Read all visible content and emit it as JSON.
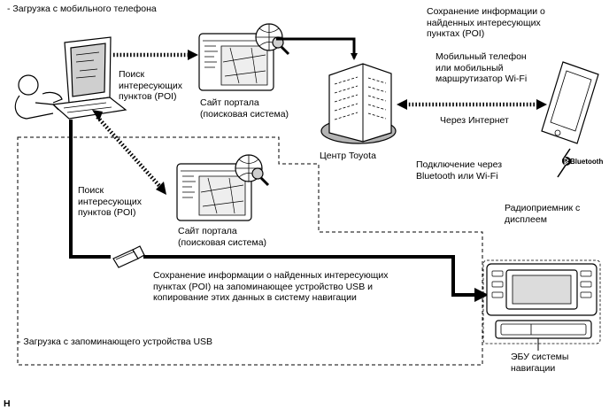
{
  "labels": {
    "mobile_download": "- Загрузка с мобильного телефона",
    "poi_search_top": "Поиск\nинтересующих\nпунктов (POI)",
    "portal_top": "Сайт портала\n(поисковая система)",
    "poi_save": "Сохранение информации о\nнайденных интересующих\nпунктах (POI)",
    "phone": "Мобильный телефон\nили мобильный\nмаршрутизатор Wi-Fi",
    "via_internet": "Через Интернет",
    "toyota_center": "Центр Toyota",
    "bt_connect": "Подключение через\nBluetooth или Wi-Fi",
    "bluetooth_logo": "Bluetooth",
    "poi_search_mid": "Поиск\nинтересующих\nпунктов (POI)",
    "portal_mid": "Сайт портала\n(поисковая система)",
    "radio": "Радиоприемник с\nдисплеем",
    "usb_save": "Сохранение информации о найденных интересующих\nпунктах (POI) на запоминающее устройство USB и\nкопирование этих данных в систему навигации",
    "usb_download": "- Загрузка с запоминающего устройства USB",
    "nav_ecu": "ЭБУ системы\nнавигации",
    "corner": "H"
  },
  "colors": {
    "line": "#000000",
    "building_base": "#b4b4b4",
    "screen_gray": "#dcdcdc"
  }
}
